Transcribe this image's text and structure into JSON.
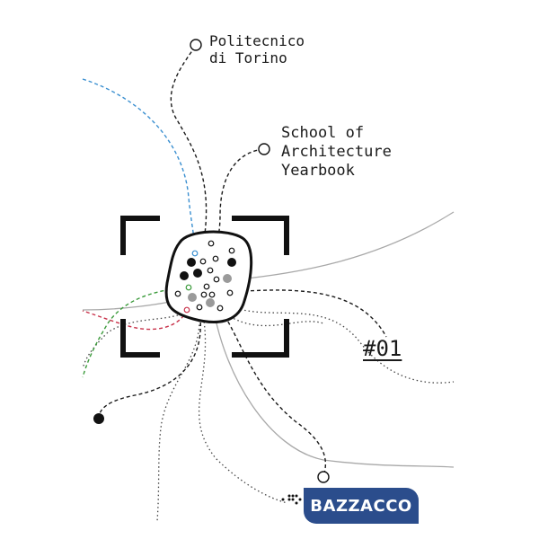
{
  "cover": {
    "institution": "Politecnico\ndi Torino",
    "title": "School of\nArchitecture\nYearbook",
    "issue": "#01",
    "publisher": "BAZZACCO"
  },
  "colors": {
    "ink": "#1a1a1a",
    "publisher_bg": "#2b4d8c",
    "blue_path": "#3a8fd0",
    "green_path": "#3a9a3a",
    "red_path": "#c8324a",
    "gray_path": "#a0a0a0"
  }
}
